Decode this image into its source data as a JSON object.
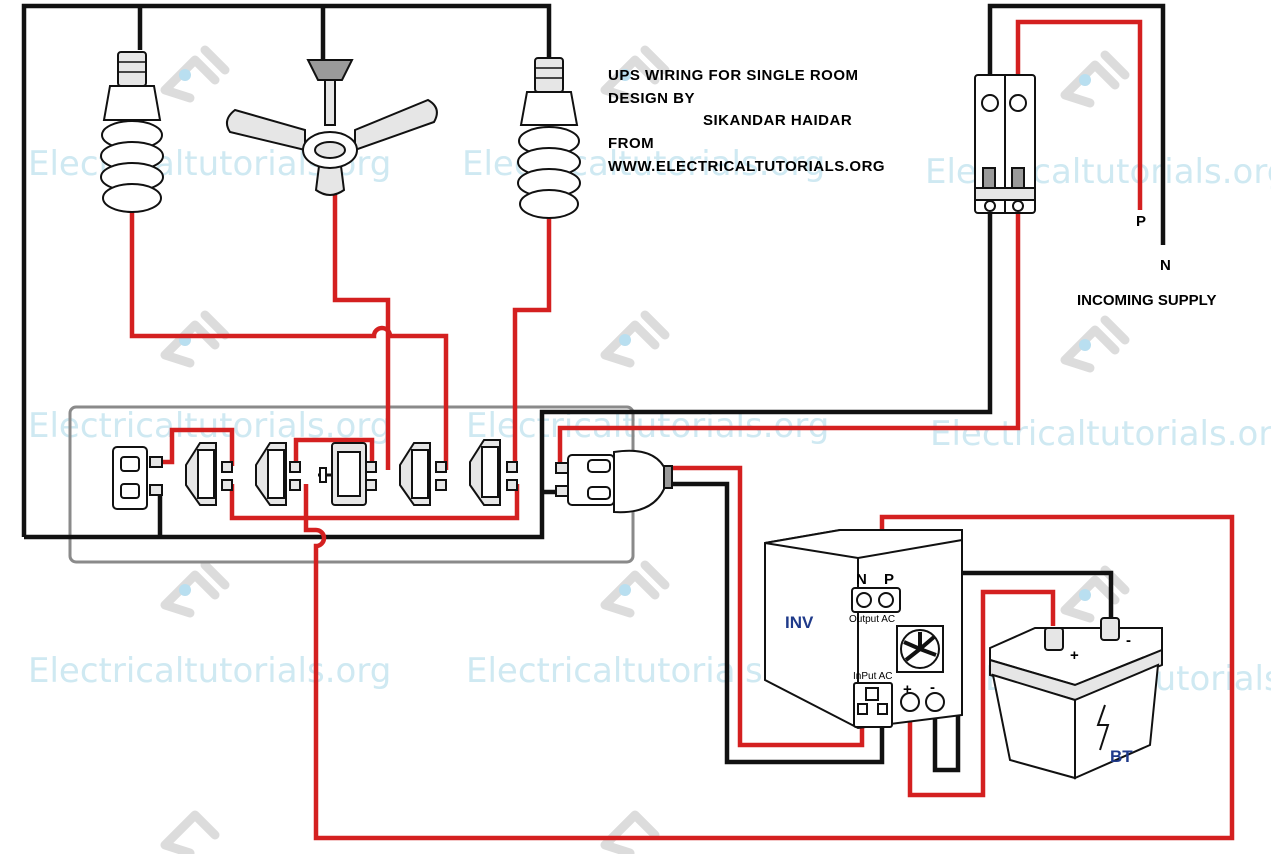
{
  "title": {
    "line1": "UPS WIRING FOR SINGLE ROOM",
    "line2": "DESIGN BY",
    "author": "SIKANDAR HAIDAR",
    "line3": "FROM",
    "website": "WWW.ELECTRICALTUTORIALS.ORG"
  },
  "supply": {
    "phase": "P",
    "neutral": "N",
    "label": "INCOMING SUPPLY"
  },
  "inverter": {
    "label": "INV",
    "n_terminal": "N",
    "p_terminal": "P",
    "output_label": "Output AC",
    "input_label": "InPut AC",
    "plus": "+",
    "minus": "-"
  },
  "battery": {
    "label": "BT",
    "plus": "+",
    "minus": "-"
  },
  "watermark": {
    "text": "Electricaltutorials.org"
  },
  "colors": {
    "phase_wire": "#d42020",
    "neutral_wire": "#111111",
    "board_outline": "#8a8a8a",
    "watermark": "#cfe9f2"
  }
}
